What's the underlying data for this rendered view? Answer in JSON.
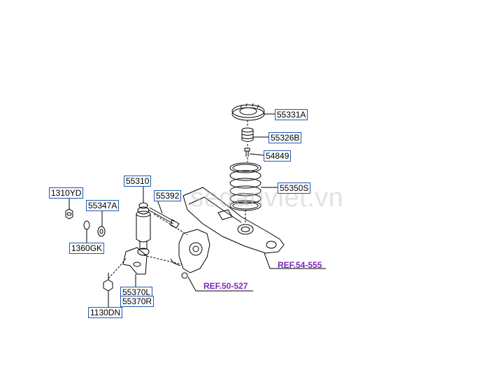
{
  "watermark": "sedanviet.vn",
  "parts": {
    "p55331a": "55331A",
    "p55326b": "55326B",
    "p54849": "54849",
    "p55350s": "55350S",
    "p55310": "55310",
    "p55392": "55392",
    "p1310yd": "1310YD",
    "p55347a": "55347A",
    "p1360gk": "1360GK",
    "p55370l": "55370L",
    "p55370r": "55370R",
    "p1130dn": "1130DN"
  },
  "refs": {
    "ref54": "REF.54-555",
    "ref50": "REF.50-527"
  },
  "colors": {
    "label_border": "#1a5bb0",
    "ref_text": "#7a28b8",
    "line": "#000000"
  }
}
